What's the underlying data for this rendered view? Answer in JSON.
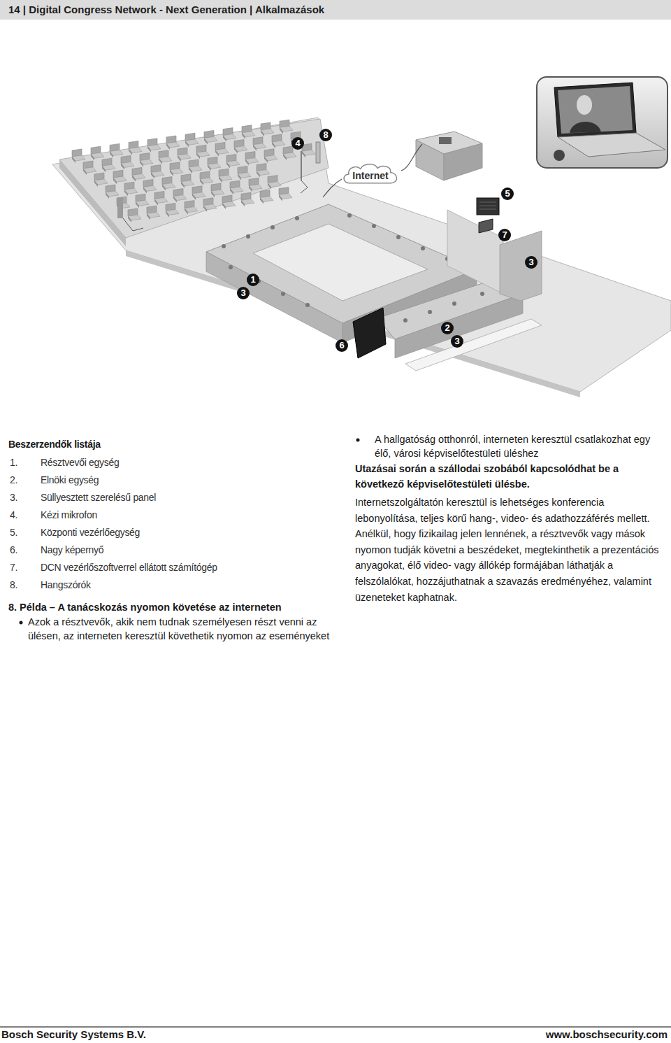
{
  "diagram": {
    "nodes": [
      {
        "text": [
          "14 | Digital Congress Network - Next Generation | Alkalmazások"
        ]
      },
      {
        "text": [
          "8"
        ]
      },
      {
        "text": [
          "4"
        ]
      },
      {
        "text": [
          "Internet"
        ]
      },
      {
        "text": [
          "5"
        ]
      },
      {
        "text": [
          "7"
        ]
      },
      {
        "text": [
          "3"
        ]
      },
      {
        "text": [
          "1"
        ]
      },
      {
        "text": [
          "3"
        ]
      },
      {
        "text": [
          "2"
        ]
      },
      {
        "text": [
          "3"
        ]
      },
      {
        "text": [
          "6"
        ]
      }
    ],
    "labels": [
      "Beszerzendők listája",
      "1.",
      "Résztvevői egység",
      "2.",
      "Elnöki egység",
      "3.",
      "Süllyesztett szerelésű panel",
      "4.",
      "Kézi mikrofon",
      "5.",
      "Központi vezérlőegység",
      "6.",
      "Nagy képernyő",
      "7.",
      "DCN vezérlőszoftverrel ellátott számítógép",
      "8.",
      "Hangszórók",
      "8. Példa – A tanácskozás nyomon követése az interneten",
      "Azok a résztvevők, akik nem tudnak személyesen részt venni az ülésen, az interneten keresztül követhetik nyomon az eseményeket",
      "A hallgatóság otthonról, interneten keresztül csatlakozhat egy élő, városi képviselőtestületi üléshez",
      "Utazásai során a szállodai szobából kapcsolódhat be a következő képviselőtestületi ülésbe.",
      "Internetszolgáltatón keresztül is lehetséges konferencia lebonyolítása, teljes körű hang-, video- és adathozzáférés mellett. Anélkül, hogy fizikailag jelen lennének, a résztvevők vagy mások nyomon tudják követni a beszédeket, megtekinthetik a prezentációs anyagokat, élő video- vagy állókép formájában láthatják a felszólalókat, hozzájuthatnak a szavazás eredményéhez, valamint üzeneteket kaphatnak.",
      "Bosch Security Systems B.V.",
      "www.boschsecurity.com"
    ]
  }
}
